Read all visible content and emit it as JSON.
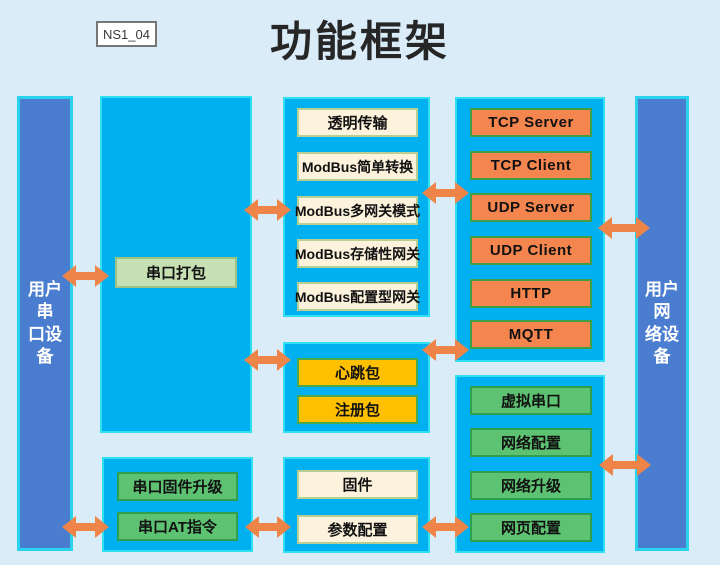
{
  "page": {
    "title": "功能框架",
    "tag": "NS1_04"
  },
  "left_bar": {
    "label": "用户串口设备",
    "line1": "用户串",
    "line2": "口设备"
  },
  "right_bar": {
    "label": "用户网络设备",
    "line1": "用户网",
    "line2": "络设备"
  },
  "serial_pack": {
    "label": "串口打包"
  },
  "transmission": {
    "items": [
      "透明传输",
      "ModBus简单转换",
      "ModBus多网关模式",
      "ModBus存储性网关",
      "ModBus配置型网关"
    ]
  },
  "packets": {
    "items": [
      "心跳包",
      "注册包"
    ]
  },
  "firmware": {
    "items": [
      "固件",
      "参数配置"
    ]
  },
  "protocols": {
    "items": [
      "TCP Server",
      "TCP Client",
      "UDP Server",
      "UDP Client",
      "HTTP",
      "MQTT"
    ]
  },
  "network_functions": {
    "items": [
      "虚拟串口",
      "网络配置",
      "网络升级",
      "网页配置"
    ]
  },
  "serial_functions": {
    "items": [
      "串口固件升级",
      "串口AT指令"
    ]
  },
  "icons": {
    "connector": "double-headed-arrow"
  },
  "colors": {
    "background": "#d9ecf8",
    "container_fill": "#00b0f0",
    "container_border": "#30dff0",
    "bar_fill": "#4a7dd0",
    "bar_border": "#29d3ee",
    "orange_box": "#f5854e",
    "yellow_box": "#ffc000",
    "green_box": "#5dc271",
    "cream_box": "#fdf3dd",
    "light_green_box": "#c6e0b4",
    "arrow": "#ef8449"
  }
}
